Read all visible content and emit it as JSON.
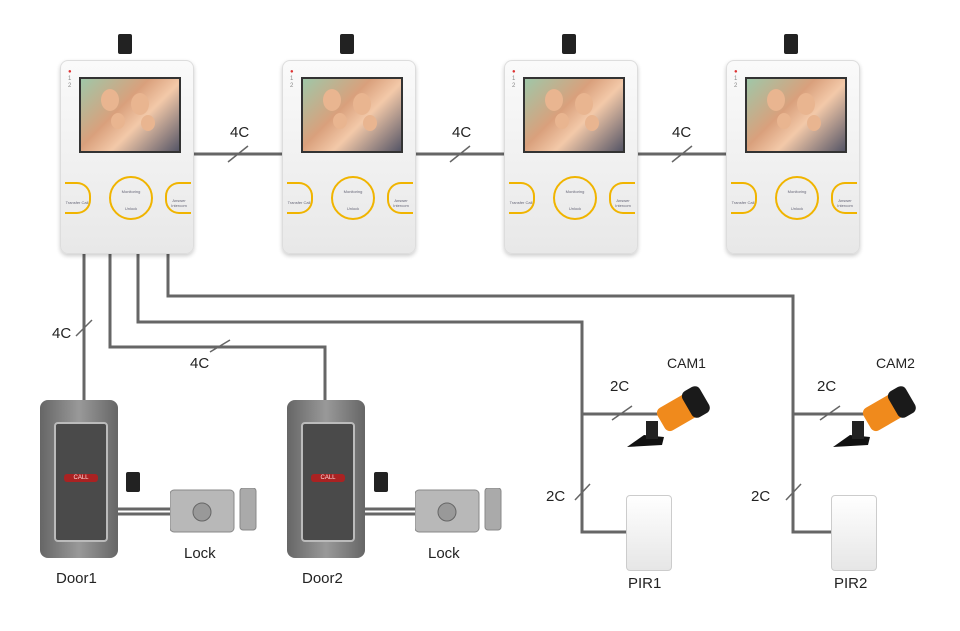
{
  "monitors": [
    {
      "status_lines": [
        "1",
        "2"
      ],
      "transfer_label": "Transfer Call",
      "monitor_label": "Monitoring",
      "unlock_label": "Unlock",
      "answer_label": "Answer Intercom"
    },
    {
      "status_lines": [
        "1",
        "2"
      ],
      "transfer_label": "Transfer Call",
      "monitor_label": "Monitoring",
      "unlock_label": "Unlock",
      "answer_label": "Answer Intercom"
    },
    {
      "status_lines": [
        "1",
        "2"
      ],
      "transfer_label": "Transfer Call",
      "monitor_label": "Monitoring",
      "unlock_label": "Unlock",
      "answer_label": "Answer Intercom"
    },
    {
      "status_lines": [
        "1",
        "2"
      ],
      "transfer_label": "Transfer Call",
      "monitor_label": "Monitoring",
      "unlock_label": "Unlock",
      "answer_label": "Answer Intercom"
    }
  ],
  "wire_labels": {
    "m1_m2": "4C",
    "m2_m3": "4C",
    "m3_m4": "4C",
    "door1": "4C",
    "door2": "4C",
    "cam1": "2C",
    "pir1": "2C",
    "cam2": "2C",
    "pir2": "2C"
  },
  "devices": {
    "door1": "Door1",
    "door2": "Door2",
    "lock1": "Lock",
    "lock2": "Lock",
    "cam1": "CAM1",
    "cam2": "CAM2",
    "pir1": "PIR1",
    "pir2": "PIR2",
    "call_button": "CALL"
  },
  "colors": {
    "wire": "#666666",
    "accent": "#f0b400",
    "camera": "#f08a1c"
  }
}
